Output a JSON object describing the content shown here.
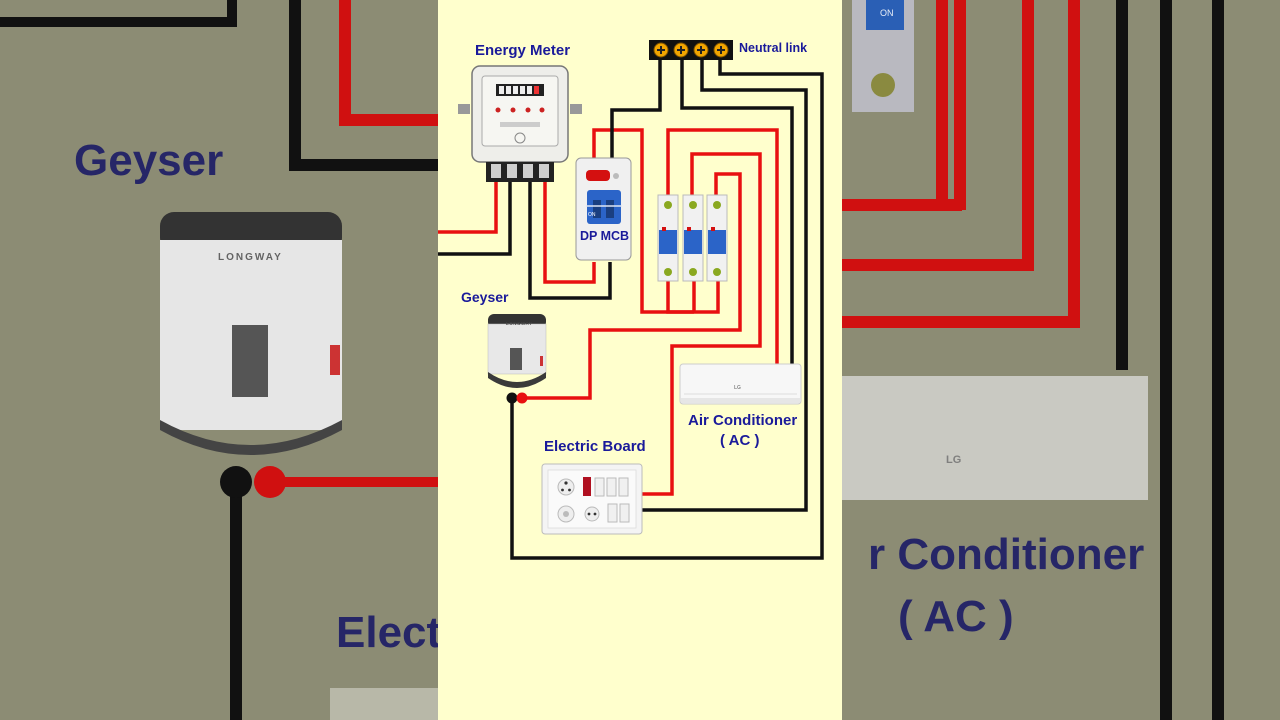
{
  "labels": {
    "energy_meter": "Energy Meter",
    "neutral_link": "Neutral link",
    "dp_mcb": "DP MCB",
    "geyser": "Geyser",
    "air_conditioner": "Air Conditioner",
    "ac_abbrev": "( AC )",
    "electric_board": "Electric Board"
  },
  "background_text": {
    "left_geyser": "Geyser",
    "left_elect": "Elect",
    "right_conditioner": "r Conditioner",
    "right_ac": "( AC )"
  },
  "device_text": {
    "geyser_brand": "LONGWAY",
    "mcb_on": "ON",
    "ac_brand": "LG"
  },
  "colors": {
    "phase_wire": "#e81010",
    "neutral_wire": "#111111",
    "label_text": "#1a1a9a",
    "panel_bg": "#ffffcd",
    "side_bg": "#8c8c74"
  }
}
